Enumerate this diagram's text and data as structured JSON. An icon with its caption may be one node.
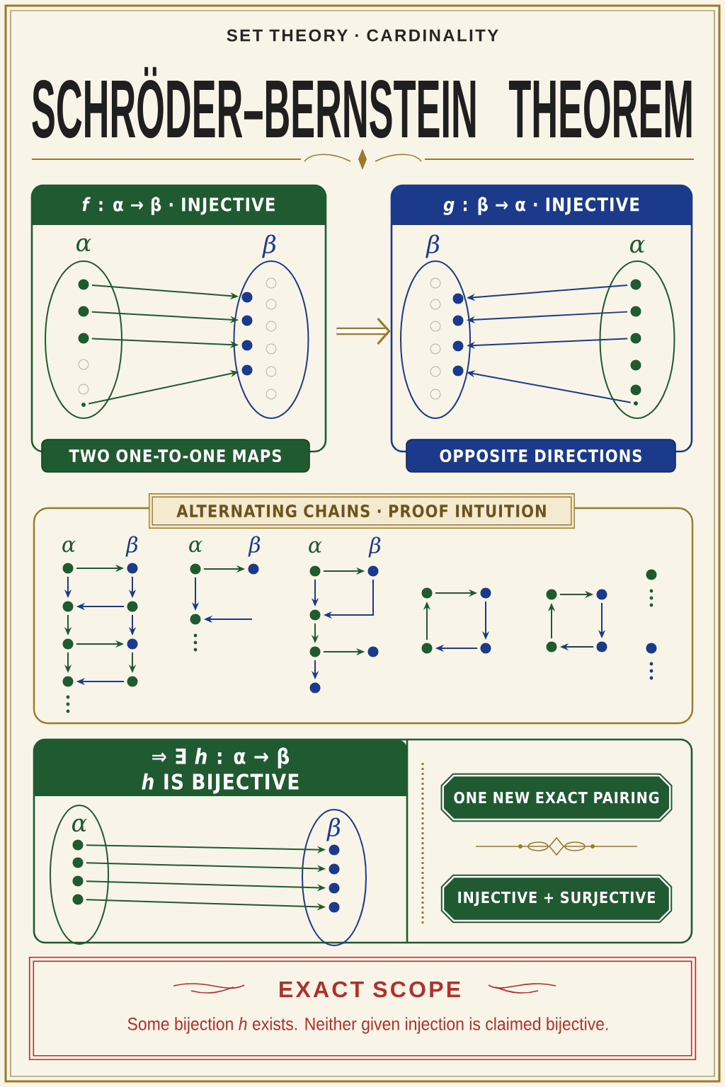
{
  "diagram": {
    "title": "SCHRÖDER–BERNSTEIN THEOREM",
    "nodes": [
      {
        "text": [
          "*f* : α → β · INJECTIVE"
        ]
      },
      {
        "text": [
          "α"
        ],
        "in": 0
      },
      {
        "text": [
          "β"
        ],
        "in": 0
      },
      {
        "text": [],
        "shape": "circle",
        "in": 1
      },
      {
        "text": [],
        "shape": "circle",
        "in": 1
      },
      {
        "text": [],
        "shape": "circle",
        "in": 1
      },
      {
        "text": [],
        "shape": "circle",
        "in": 1
      },
      {
        "text": [],
        "shape": "circle",
        "in": 1
      },
      {
        "text": [],
        "shape": "circle",
        "in": 1
      },
      {
        "text": [],
        "shape": "circle",
        "in": 2
      },
      {
        "text": [],
        "shape": "circle",
        "in": 2
      },
      {
        "text": [],
        "shape": "circle",
        "in": 2
      },
      {
        "text": [],
        "shape": "circle",
        "in": 2
      },
      {
        "text": [],
        "shape": "circle",
        "in": 2
      },
      {
        "text": [],
        "shape": "circle",
        "in": 2
      },
      {
        "text": [],
        "shape": "circle",
        "in": 2
      },
      {
        "text": [],
        "shape": "circle",
        "in": 2
      },
      {
        "text": [],
        "shape": "circle",
        "in": 2
      },
      {
        "text": [],
        "shape": "circle",
        "in": 2
      },
      {
        "text": [
          "TWO ONE-TO-ONE MAPS"
        ]
      },
      {
        "text": [
          "*g* : β → α · INJECTIVE"
        ]
      },
      {
        "text": [
          "β"
        ],
        "in": 20
      },
      {
        "text": [
          "α"
        ],
        "in": 20
      },
      {
        "text": [],
        "shape": "circle",
        "in": 21
      },
      {
        "text": [],
        "shape": "circle",
        "in": 21
      },
      {
        "text": [],
        "shape": "circle",
        "in": 21
      },
      {
        "text": [],
        "shape": "circle",
        "in": 21
      },
      {
        "text": [],
        "shape": "circle",
        "in": 21
      },
      {
        "text": [],
        "shape": "circle",
        "in": 21
      },
      {
        "text": [],
        "shape": "circle",
        "in": 21
      },
      {
        "text": [],
        "shape": "circle",
        "in": 21
      },
      {
        "text": [],
        "shape": "circle",
        "in": 21
      },
      {
        "text": [],
        "shape": "circle",
        "in": 21
      },
      {
        "text": [],
        "shape": "circle",
        "in": 22
      },
      {
        "text": [],
        "shape": "circle",
        "in": 22
      },
      {
        "text": [],
        "shape": "circle",
        "in": 22
      },
      {
        "text": [],
        "shape": "circle",
        "in": 22
      },
      {
        "text": [],
        "shape": "circle",
        "in": 22
      },
      {
        "text": [],
        "shape": "circle",
        "in": 22
      },
      {
        "text": [
          "OPPOSITE DIRECTIONS"
        ]
      },
      {
        "text": [
          "ALTERNATING CHAINS · PROOF INTUITION"
        ]
      },
      {
        "text": [],
        "shape": "circle",
        "in": 40
      },
      {
        "text": [],
        "shape": "circle",
        "in": 40
      },
      {
        "text": [],
        "shape": "circle",
        "in": 40
      },
      {
        "text": [],
        "shape": "circle",
        "in": 40
      },
      {
        "text": [],
        "shape": "circle",
        "in": 40
      },
      {
        "text": [],
        "shape": "circle",
        "in": 40
      },
      {
        "text": [],
        "shape": "circle",
        "in": 40
      },
      {
        "text": [],
        "shape": "circle",
        "in": 40
      },
      {
        "text": [],
        "shape": "circle",
        "in": 40
      },
      {
        "text": [],
        "shape": "circle",
        "in": 40
      },
      {
        "text": [],
        "shape": "circle",
        "in": 40
      },
      {
        "text": [],
        "shape": "circle",
        "in": 40
      },
      {
        "text": [],
        "shape": "circle",
        "in": 40
      },
      {
        "text": [],
        "shape": "circle",
        "in": 40
      },
      {
        "text": [],
        "shape": "circle",
        "in": 40
      },
      {
        "text": [],
        "shape": "circle",
        "in": 40
      },
      {
        "text": [],
        "shape": "circle",
        "in": 40
      },
      {
        "text": [],
        "shape": "circle",
        "in": 40
      },
      {
        "text": [],
        "shape": "circle",
        "in": 40
      },
      {
        "text": [],
        "shape": "circle",
        "in": 40
      },
      {
        "text": [],
        "shape": "circle",
        "in": 40
      },
      {
        "text": [],
        "shape": "circle",
        "in": 40
      },
      {
        "text": [],
        "shape": "circle",
        "in": 40
      },
      {
        "text": [],
        "shape": "circle",
        "in": 40
      },
      {
        "text": [],
        "shape": "circle",
        "in": 40
      },
      {
        "text": [],
        "shape": "circle",
        "in": 40
      },
      {
        "text": [],
        "shape": "circle",
        "in": 40
      },
      {
        "text": [
          "⇒ ∃ *h* : α → β",
          "*h* IS BIJECTIVE"
        ]
      },
      {
        "text": [
          "α"
        ],
        "in": 68
      },
      {
        "text": [
          "β"
        ],
        "in": 68
      },
      {
        "text": [],
        "shape": "circle",
        "in": 69
      },
      {
        "text": [],
        "shape": "circle",
        "in": 69
      },
      {
        "text": [],
        "shape": "circle",
        "in": 69
      },
      {
        "text": [],
        "shape": "circle",
        "in": 69
      },
      {
        "text": [],
        "shape": "circle",
        "in": 70
      },
      {
        "text": [],
        "shape": "circle",
        "in": 70
      },
      {
        "text": [],
        "shape": "circle",
        "in": 70
      },
      {
        "text": [],
        "shape": "circle",
        "in": 70
      },
      {
        "text": [
          "ONE NEW EXACT PAIRING"
        ],
        "in": 68
      },
      {
        "text": [
          "INJECTIVE + SURJECTIVE"
        ],
        "in": 68
      },
      {
        "text": [
          "EXACT SCOPE",
          "Some bijection *h* exists. Neither given injection is claimed bijective."
        ]
      }
    ],
    "edges": [
      {
        "from": 3,
        "to": 9,
        "arrow": "to"
      },
      {
        "from": 4,
        "to": 10,
        "arrow": "to"
      },
      {
        "from": 5,
        "to": 11,
        "arrow": "to"
      },
      {
        "from": 8,
        "to": 12,
        "arrow": "to"
      },
      {
        "from": 0,
        "to": 20,
        "arrow": "to",
        "style": "thick",
        "color": "#9a7a2a"
      },
      {
        "from": 33,
        "to": 29,
        "arrow": "to",
        "color": "#1b3a8a"
      },
      {
        "from": 34,
        "to": 30,
        "arrow": "to",
        "color": "#1b3a8a"
      },
      {
        "from": 35,
        "to": 31,
        "arrow": "to",
        "color": "#1b3a8a"
      },
      {
        "from": 38,
        "to": 32,
        "arrow": "to",
        "color": "#1b3a8a"
      },
      {
        "from": 41,
        "to": 42,
        "arrow": "to"
      },
      {
        "from": 41,
        "to": 43,
        "arrow": "to",
        "color": "#1b3a8a"
      },
      {
        "from": 42,
        "to": 44,
        "arrow": "to",
        "color": "#1b3a8a"
      },
      {
        "from": 44,
        "to": 43,
        "arrow": "to",
        "color": "#1b3a8a"
      },
      {
        "from": 43,
        "to": 45,
        "arrow": "to"
      },
      {
        "from": 44,
        "to": 46,
        "arrow": "to",
        "color": "#1b3a8a"
      },
      {
        "from": 45,
        "to": 46,
        "arrow": "to"
      },
      {
        "from": 45,
        "to": 47,
        "arrow": "to"
      },
      {
        "from": 46,
        "to": 48,
        "arrow": "to"
      },
      {
        "from": 48,
        "to": 47,
        "arrow": "to",
        "color": "#1b3a8a"
      },
      {
        "from": 49,
        "to": 50,
        "arrow": "to"
      },
      {
        "from": 49,
        "to": 51,
        "arrow": "to",
        "color": "#1b3a8a"
      },
      {
        "from": null,
        "to": 51,
        "arrow": "to",
        "color": "#1b3a8a"
      },
      {
        "from": 52,
        "to": 53,
        "arrow": "to"
      },
      {
        "from": 52,
        "to": 54,
        "arrow": "to",
        "color": "#1b3a8a"
      },
      {
        "from": 53,
        "to": 54,
        "arrow": "to",
        "color": "#1b3a8a"
      },
      {
        "from": 54,
        "to": 55,
        "arrow": "to"
      },
      {
        "from": 55,
        "to": 56,
        "arrow": "to"
      },
      {
        "from": 55,
        "to": 57,
        "arrow": "to",
        "color": "#1b3a8a"
      },
      {
        "from": 58,
        "to": 59,
        "arrow": "to"
      },
      {
        "from": 59,
        "to": 61,
        "arrow": "to",
        "color": "#1b3a8a"
      },
      {
        "from": 61,
        "to": 60,
        "arrow": "to",
        "color": "#1b3a8a"
      },
      {
        "from": 60,
        "to": 58,
        "arrow": "to"
      },
      {
        "from": 62,
        "to": 63,
        "arrow": "to"
      },
      {
        "from": 63,
        "to": 65,
        "arrow": "to",
        "color": "#1b3a8a"
      },
      {
        "from": 65,
        "to": 64,
        "arrow": "to",
        "color": "#1b3a8a"
      },
      {
        "from": 64,
        "to": 62,
        "arrow": "to"
      },
      {
        "from": 71,
        "to": 75,
        "arrow": "to"
      },
      {
        "from": 72,
        "to": 76,
        "arrow": "to"
      },
      {
        "from": 73,
        "to": 77,
        "arrow": "to"
      },
      {
        "from": 74,
        "to": 78,
        "arrow": "to"
      }
    ],
    "labels": [
      "SET THEORY · CARDINALITY",
      "α",
      "β",
      "α",
      "β",
      "α",
      "β"
    ]
  }
}
